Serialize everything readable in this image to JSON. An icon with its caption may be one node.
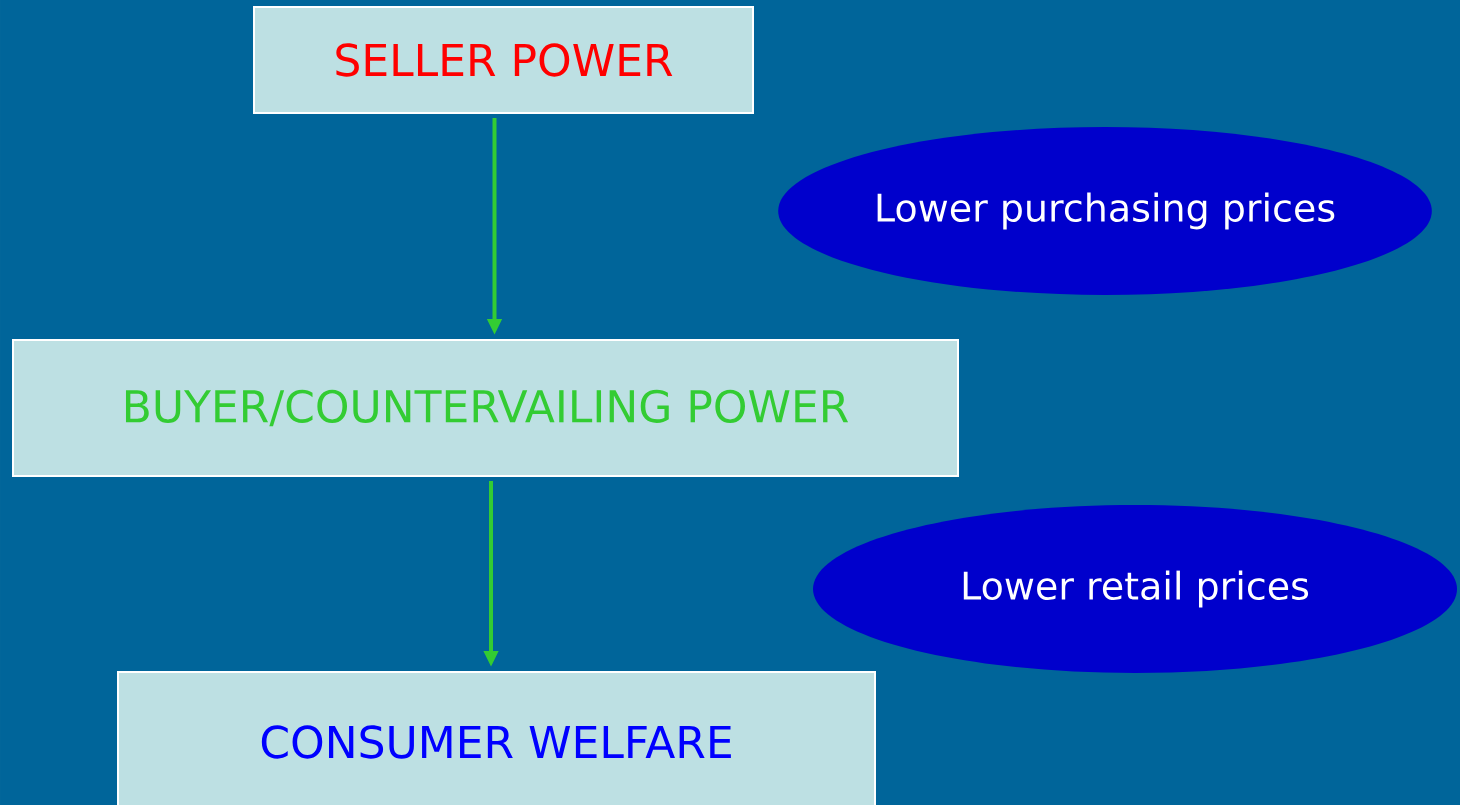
{
  "diagram": {
    "nodes": [
      {
        "text": [
          "SELLER POWER"
        ]
      },
      {
        "text": [
          "BUYER/COUNTERVAILING POWER"
        ]
      },
      {
        "text": [
          "CONSUMER WELFARE"
        ]
      },
      {
        "text": [
          "Lower purchasing prices"
        ]
      },
      {
        "text": [
          "Lower retail prices"
        ]
      }
    ],
    "edges": [
      {
        "from": 0,
        "to": 1,
        "arrow": "to"
      },
      {
        "from": 1,
        "to": 2,
        "arrow": "to"
      }
    ]
  }
}
